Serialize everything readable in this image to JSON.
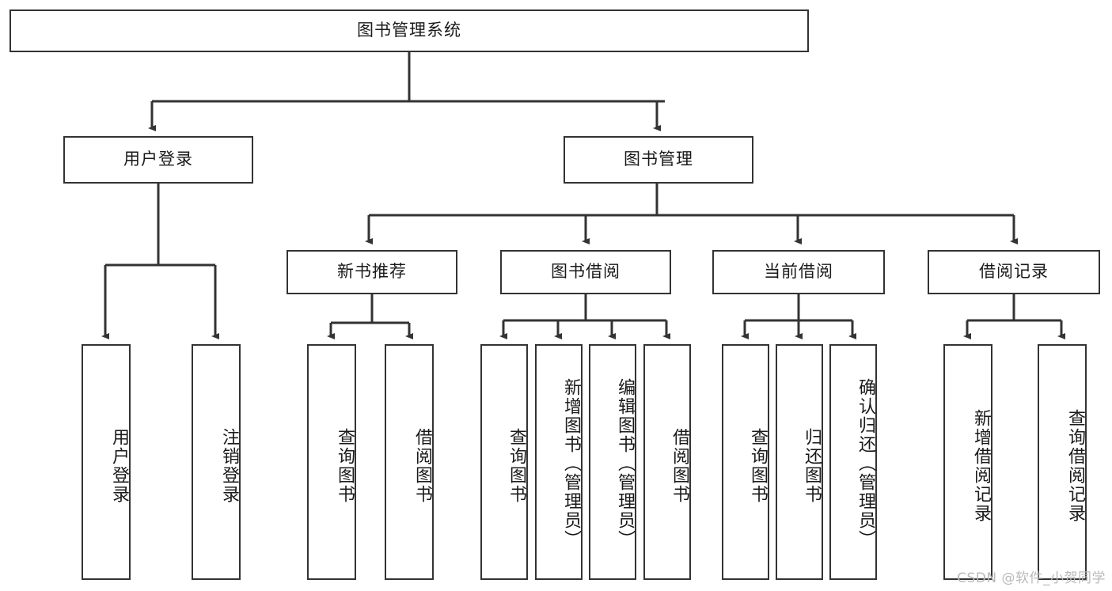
{
  "diagram": {
    "title": "图书管理系统",
    "type": "tree",
    "root": {
      "id": "root",
      "label": "图书管理系统",
      "orientation": "horizontal"
    },
    "level1": [
      {
        "id": "user-login",
        "label": "用户登录",
        "orientation": "horizontal"
      },
      {
        "id": "book-manage",
        "label": "图书管理",
        "orientation": "horizontal"
      }
    ],
    "level2": [
      {
        "id": "new-book-recommend",
        "label": "新书推荐",
        "parent": "book-manage",
        "orientation": "horizontal"
      },
      {
        "id": "book-borrow",
        "label": "图书借阅",
        "parent": "book-manage",
        "orientation": "horizontal"
      },
      {
        "id": "current-borrow",
        "label": "当前借阅",
        "parent": "book-manage",
        "orientation": "horizontal"
      },
      {
        "id": "borrow-record",
        "label": "借阅记录",
        "parent": "book-manage",
        "orientation": "horizontal"
      }
    ],
    "leaves": [
      {
        "id": "leaf-user-login",
        "label": "用户登录",
        "parent": "user-login",
        "orientation": "vertical"
      },
      {
        "id": "leaf-logout-login",
        "label": "注销登录",
        "parent": "user-login",
        "orientation": "vertical"
      },
      {
        "id": "leaf-query-book-1",
        "label": "查询图书",
        "parent": "new-book-recommend",
        "orientation": "vertical"
      },
      {
        "id": "leaf-borrow-book-1",
        "label": "借阅图书",
        "parent": "new-book-recommend",
        "orientation": "vertical"
      },
      {
        "id": "leaf-query-book-2",
        "label": "查询图书",
        "parent": "book-borrow",
        "orientation": "vertical"
      },
      {
        "id": "leaf-add-book",
        "label": "新增图书（管理员）",
        "parent": "book-borrow",
        "orientation": "vertical"
      },
      {
        "id": "leaf-edit-book",
        "label": "编辑图书（管理员）",
        "parent": "book-borrow",
        "orientation": "vertical"
      },
      {
        "id": "leaf-borrow-book-2",
        "label": "借阅图书",
        "parent": "book-borrow",
        "orientation": "vertical"
      },
      {
        "id": "leaf-query-book-3",
        "label": "查询图书",
        "parent": "current-borrow",
        "orientation": "vertical"
      },
      {
        "id": "leaf-return-book",
        "label": "归还图书",
        "parent": "current-borrow",
        "orientation": "vertical"
      },
      {
        "id": "leaf-confirm-return",
        "label": "确认归还（管理员）",
        "parent": "current-borrow",
        "orientation": "vertical"
      },
      {
        "id": "leaf-add-record",
        "label": "新增借阅记录",
        "parent": "borrow-record",
        "orientation": "vertical"
      },
      {
        "id": "leaf-query-record",
        "label": "查询借阅记录",
        "parent": "borrow-record",
        "orientation": "vertical"
      }
    ]
  },
  "watermark": {
    "text": "CSDN @软件_小贺同学"
  },
  "colors": {
    "stroke": "#333333",
    "box_fill": "#ffffff",
    "text": "#1a1a1a",
    "watermark": "#b9b9b9"
  }
}
